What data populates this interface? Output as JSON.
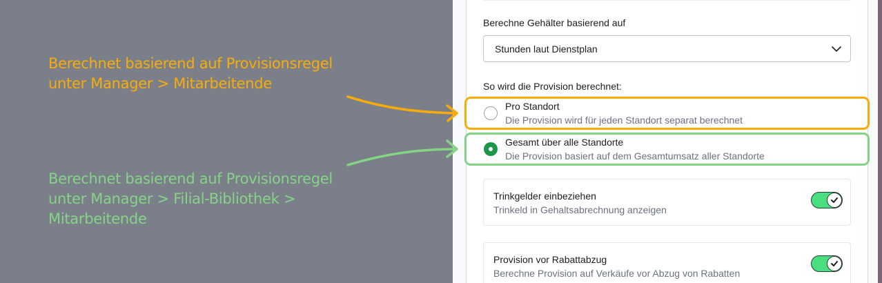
{
  "annotations": {
    "orange": {
      "lines": [
        "Berechnet basierend auf Provisionsregel",
        "unter Manager > Mitarbeitende"
      ],
      "color": "#f9ac08"
    },
    "green": {
      "lines": [
        "Berechnet basierend auf Provisionsregel",
        "unter Manager > Filial-Bibliothek >",
        "Mitarbeitende"
      ],
      "color": "#85d486"
    }
  },
  "settings": {
    "salary_basis": {
      "label": "Berechne Gehälter basierend auf",
      "selected": "Stunden laut Dienstplan"
    },
    "commission_mode": {
      "label": "So wird die Provision berechnet:",
      "options": [
        {
          "title": "Pro Standort",
          "description": "Die Provision wird für jeden Standort separat berechnet",
          "selected": false
        },
        {
          "title": "Gesamt über alle Standorte",
          "description": "Die Provision basiert auf dem Gesamtumsatz aller Standorte",
          "selected": true
        }
      ]
    },
    "toggles": [
      {
        "title": "Trinkgelder einbeziehen",
        "description": "Trinkeld in Gehaltsabrechnung anzeigen",
        "enabled": true
      },
      {
        "title": "Provision vor Rabattabzug",
        "description": "Berechne Provision auf Verkäufe vor Abzug von Rabatten",
        "enabled": true
      }
    ]
  },
  "colors": {
    "accent_green": "#1a9648",
    "toggle_on": "#4ade80",
    "highlight_orange": "#f9ac08",
    "highlight_green": "#85d486"
  }
}
